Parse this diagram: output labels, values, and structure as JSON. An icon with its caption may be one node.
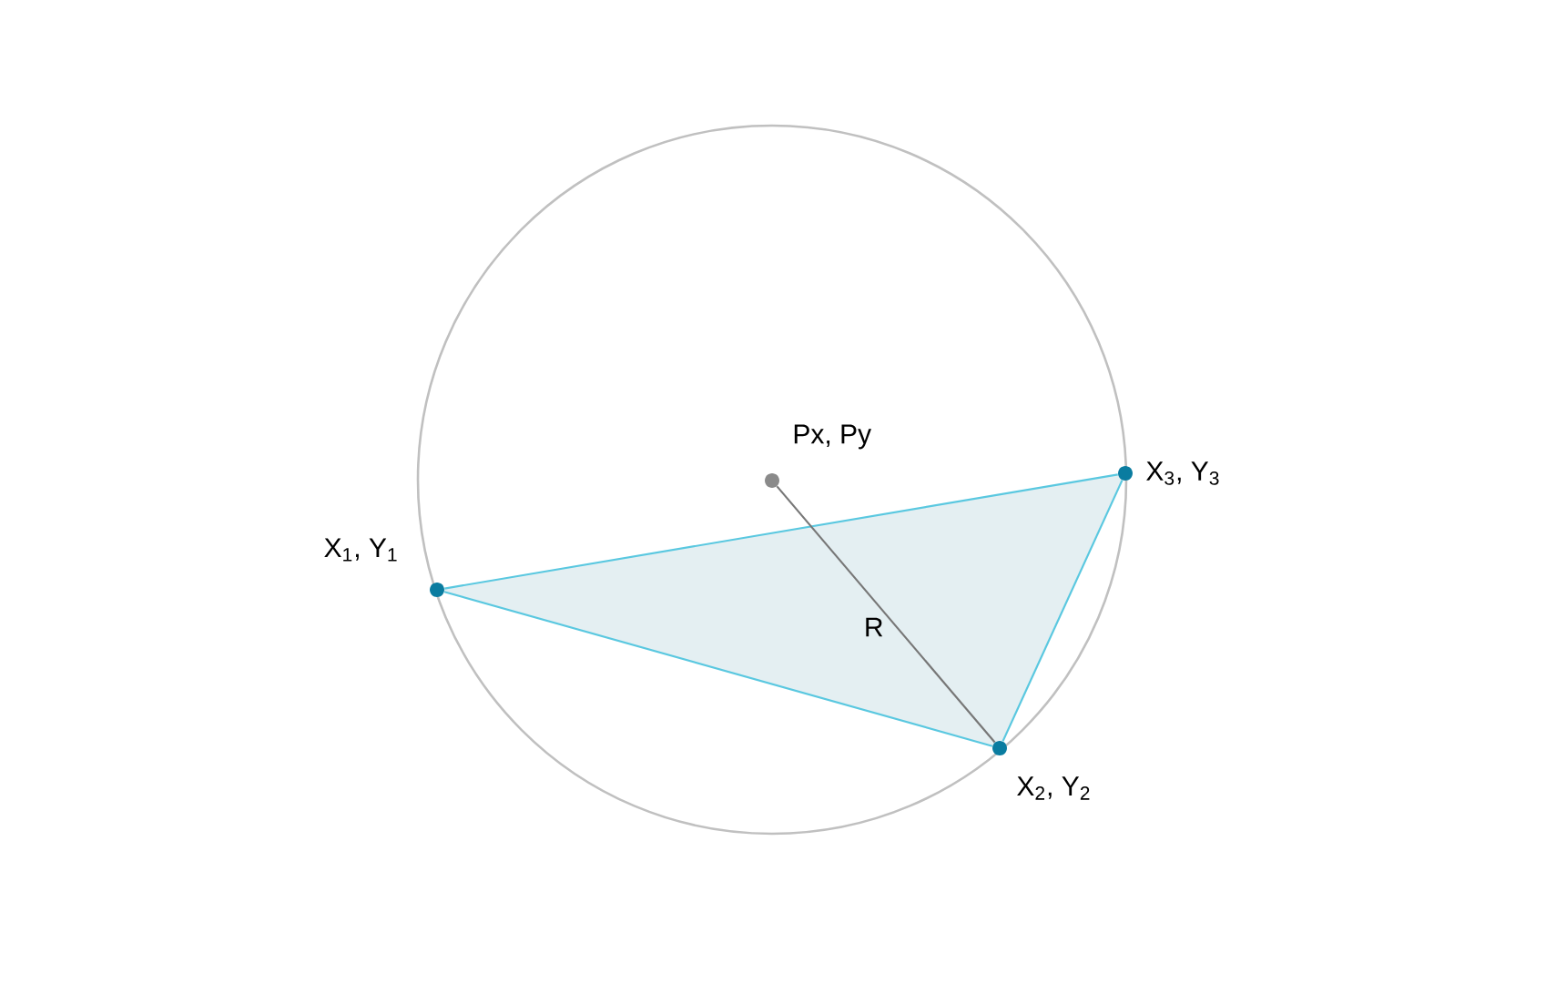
{
  "diagram": {
    "nodes": [
      {
        "text": [],
        "shape": "circle",
        "beside": [
          "Px, Py"
        ]
      },
      {
        "text": [],
        "shape": "circle",
        "beside": [
          "X$_{1}$, Y$_{1}$"
        ]
      },
      {
        "text": [],
        "shape": "circle",
        "beside": [
          "X$_{2}$, Y$_{2}$"
        ]
      },
      {
        "text": [],
        "shape": "circle",
        "beside": [
          "X$_{3}$, Y$_{3}$"
        ]
      }
    ],
    "edges": [
      {
        "from": 1,
        "to": 2,
        "arrow": "none"
      },
      {
        "from": 2,
        "to": 3,
        "arrow": "none"
      },
      {
        "from": 3,
        "to": 1,
        "arrow": "none"
      },
      {
        "from": 0,
        "to": 2,
        "arrow": "none",
        "label": "R",
        "color": "#777777"
      }
    ]
  }
}
